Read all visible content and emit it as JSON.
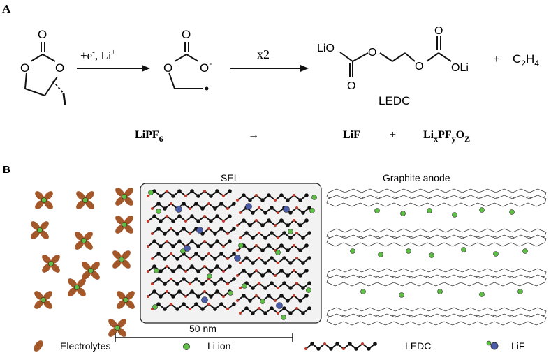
{
  "panel_a": {
    "label": "A",
    "arrow1_label": "+e",
    "arrow1_sup": "-",
    "arrow1_label_tail": ", Li",
    "arrow1_sup2": "+",
    "arrow2_label": "x2",
    "ledc_label": "LEDC",
    "plus1": "+",
    "c2h4": "C",
    "c2h4_sub1": "2",
    "c2h4_h": "H",
    "c2h4_sub2": "4",
    "lio": "LiO",
    "oli": "OLi",
    "o": "O",
    "o_minus": "O",
    "minus": "-",
    "equation2": {
      "reactant": "LiPF",
      "reactant_sub": "6",
      "arrow": "→",
      "product1": "LiF",
      "plus": "+",
      "product2_li": "Li",
      "sub_x": "x",
      "product2_pf": "PF",
      "sub_y": "y",
      "product2_o": "O",
      "sub_z": "Z"
    }
  },
  "panel_b": {
    "label": "B",
    "sei_label": "SEI",
    "anode_label": "Graphite anode",
    "scale_label": "50 nm",
    "legend": {
      "electrolytes": "Electrolytes",
      "li_ion": "Li ion",
      "ledc": "LEDC",
      "lif": "LiF"
    },
    "colors": {
      "electrolyte": "#a4582a",
      "li_ion": "#5fbf45",
      "lif": "#4a5ba8",
      "ledc_carbon": "#111111",
      "ledc_oxygen": "#c0392b",
      "sei_box": "#f2f2f2"
    }
  }
}
